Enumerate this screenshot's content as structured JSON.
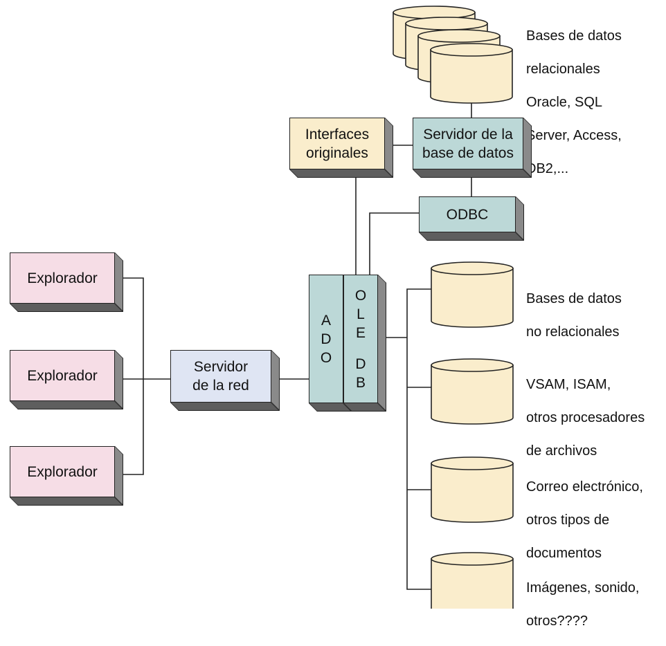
{
  "explorers": [
    {
      "label": "Explorador"
    },
    {
      "label": "Explorador"
    },
    {
      "label": "Explorador"
    }
  ],
  "web_server": {
    "line1": "Servidor",
    "line2": "de la red"
  },
  "ado": {
    "letters": [
      "A",
      "D",
      "O"
    ]
  },
  "oledb": {
    "top": [
      "O",
      "L",
      "E"
    ],
    "bottom": [
      "D",
      "B"
    ]
  },
  "odbc": {
    "label": "ODBC"
  },
  "native_interfaces": {
    "line1": "Interfaces",
    "line2": "originales"
  },
  "db_server": {
    "line1": "Servidor de la",
    "line2": "base de datos"
  },
  "relational_dbs": {
    "lines": [
      "Bases de datos",
      "relacionales",
      "Oracle, SQL",
      "Server, Access,",
      "DB2,..."
    ]
  },
  "data_sources": [
    {
      "lines": [
        "Bases de datos",
        "no relacionales"
      ]
    },
    {
      "lines": [
        "VSAM, ISAM,",
        "otros procesadores",
        "de archivos"
      ]
    },
    {
      "lines": [
        "Correo electrónico,",
        "otros tipos de",
        "documentos"
      ]
    },
    {
      "lines": [
        "Imágenes, sonido,",
        "otros????"
      ]
    }
  ],
  "colors": {
    "explorer": "#f6dde6",
    "web_server": "#dfe5f3",
    "component": "#bcd8d7",
    "database": "#faedcc"
  }
}
